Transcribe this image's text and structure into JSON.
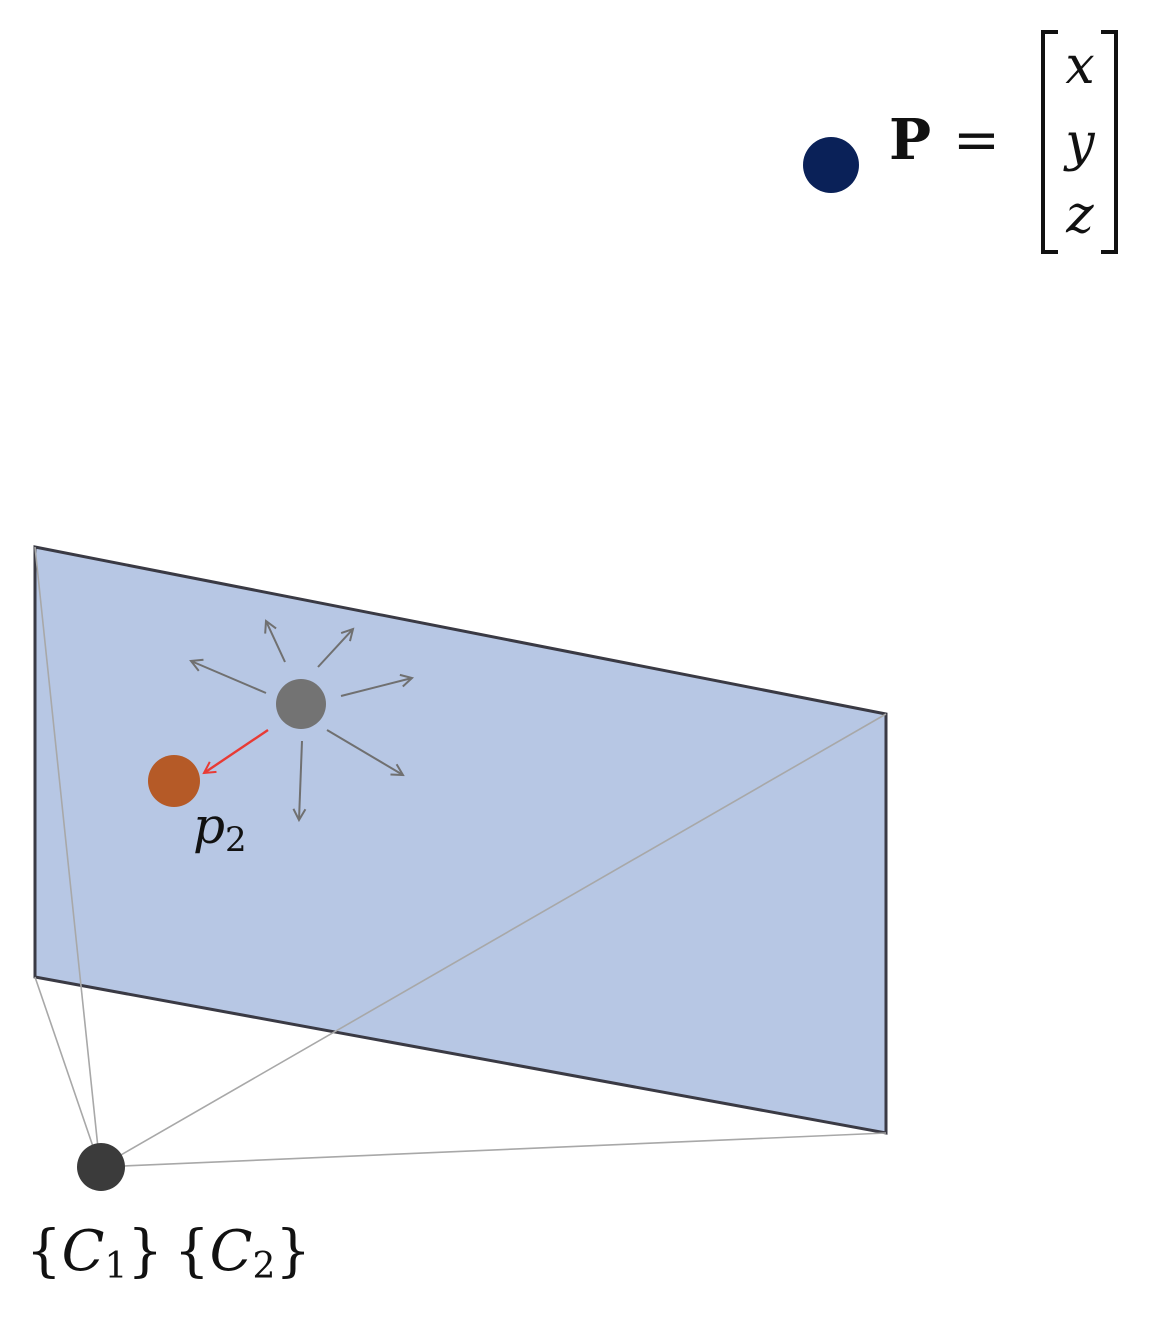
{
  "colors": {
    "plane_fill": "#b7c7e4",
    "plane_edge": "#3a3a44",
    "projection_line": "#a8a8a8",
    "point_P": "#0a2158",
    "center_point": "#737373",
    "p2_point": "#b55a27",
    "gray_arrow": "#707070",
    "red_arrow": "#e83b35",
    "camera": "#3b3b3b"
  },
  "labels": {
    "point_symbol": "P",
    "equals": "=",
    "vector_x": "x",
    "vector_y": "y",
    "vector_z": "z",
    "p2_base": "p",
    "p2_sub": "2",
    "cam1_open": "{",
    "cam1_base": "C",
    "cam1_sub": "1",
    "cam1_close": "}",
    "cam2_open": "{",
    "cam2_base": "C",
    "cam2_sub": "2",
    "cam2_close": "}"
  },
  "icons": {
    "point_P": "filled-circle",
    "camera_center": "filled-circle",
    "search_point": "filled-circle",
    "p2_point": "filled-circle"
  }
}
